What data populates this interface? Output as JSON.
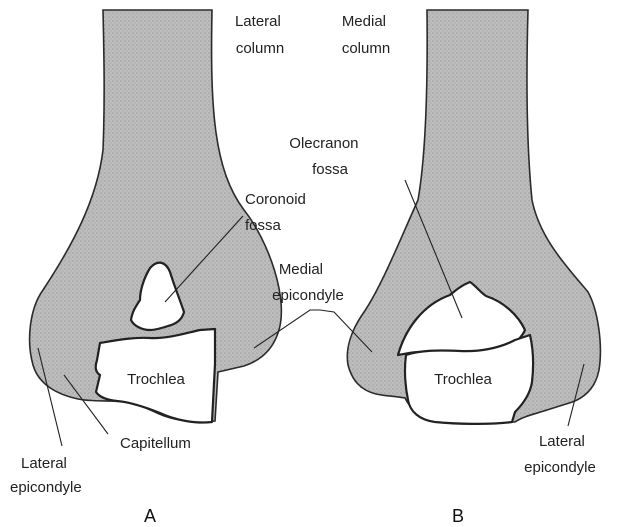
{
  "labels": {
    "lateral_column": [
      "Lateral",
      "column"
    ],
    "medial_column": [
      "Medial",
      "column"
    ],
    "coronoid_fossa": [
      "Coronoid",
      "fossa"
    ],
    "olecranon_fossa": [
      "Olecranon",
      "fossa"
    ],
    "medial_epicondyle": [
      "Medial",
      "epicondyle"
    ],
    "trochlea_a": "Trochlea",
    "trochlea_b": "Trochlea",
    "capitellum": "Capitellum",
    "lateral_epicondyle_a": [
      "Lateral",
      "epicondyle"
    ],
    "lateral_epicondyle_b": [
      "Lateral",
      "epicondyle"
    ],
    "panel_a": "A",
    "panel_b": "B"
  },
  "colors": {
    "bone_fill": "#b9b9b9",
    "outline": "#2b2b2b",
    "background": "#ffffff"
  }
}
